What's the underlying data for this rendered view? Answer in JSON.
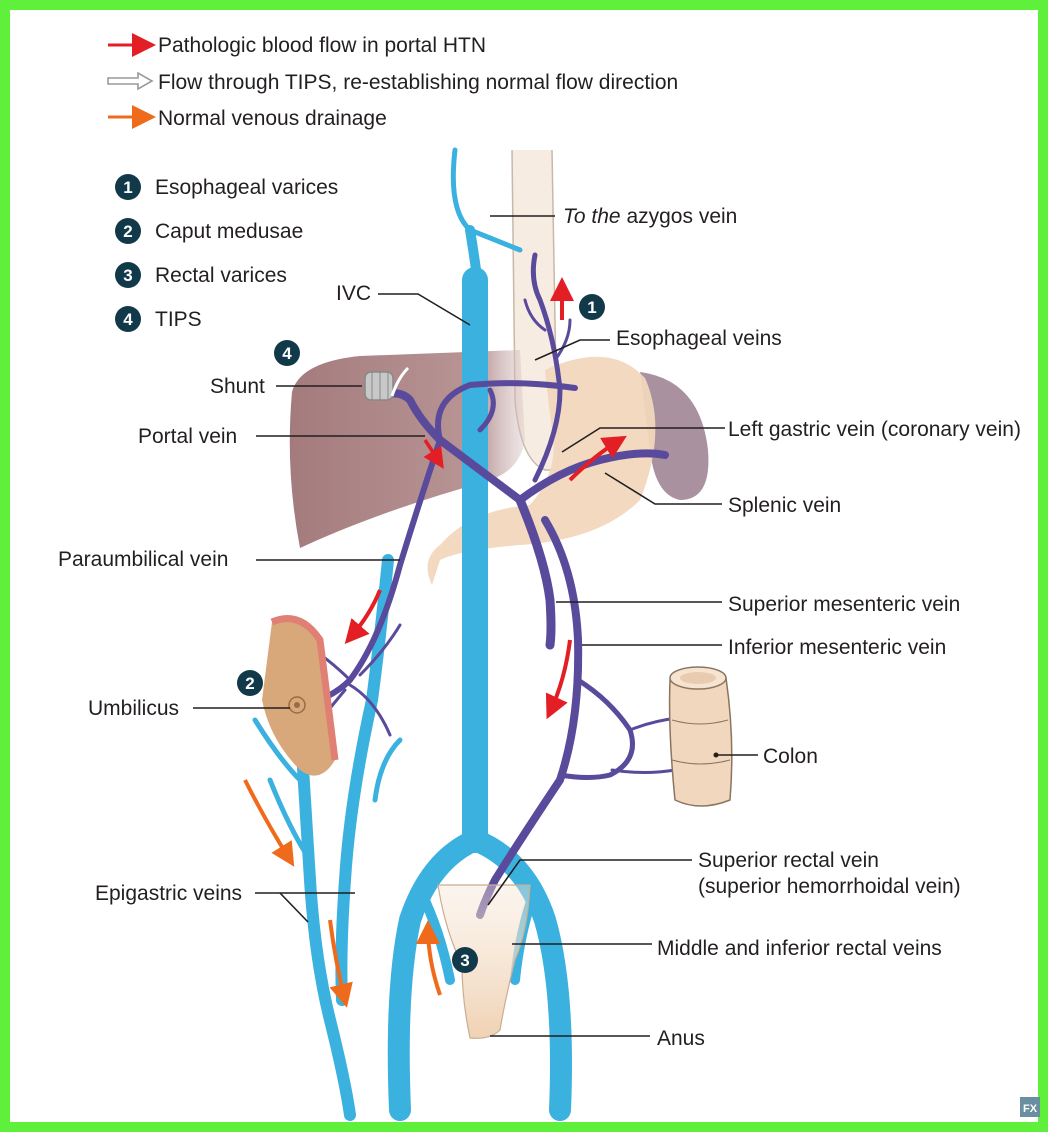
{
  "legend": {
    "arrows": [
      {
        "text": "Pathologic blood flow in portal HTN",
        "color": "#e31e24"
      },
      {
        "text": "Flow through TIPS, re-establishing normal flow direction",
        "color": "#9a9a9a"
      },
      {
        "text": "Normal venous drainage",
        "color": "#f06a1c"
      }
    ],
    "numbered": [
      {
        "num": "1",
        "text": "Esophageal varices"
      },
      {
        "num": "2",
        "text": "Caput medusae"
      },
      {
        "num": "3",
        "text": "Rectal varices"
      },
      {
        "num": "4",
        "text": "TIPS"
      }
    ]
  },
  "labels": {
    "azygos_italic": "To the",
    "azygos_rest": " azygos vein",
    "ivc": "IVC",
    "esophageal_veins": "Esophageal veins",
    "shunt": "Shunt",
    "portal_vein": "Portal vein",
    "left_gastric": "Left gastric vein (coronary vein)",
    "splenic": "Splenic vein",
    "paraumbilical": "Paraumbilical vein",
    "superior_mesenteric": "Superior mesenteric vein",
    "inferior_mesenteric": "Inferior mesenteric vein",
    "umbilicus": "Umbilicus",
    "colon": "Colon",
    "epigastric": "Epigastric veins",
    "superior_rectal_1": "Superior rectal vein",
    "superior_rectal_2": "(superior hemorrhoidal vein)",
    "middle_inferior_rectal": "Middle and inferior rectal veins",
    "anus": "Anus"
  },
  "badges": {
    "b1": "1",
    "b2": "2",
    "b3": "3",
    "b4": "4"
  },
  "colors": {
    "frame": "#5ef03a",
    "systemic_vein": "#3bb1e0",
    "portal_vein": "#5a4a9c",
    "liver": "#a88081",
    "stomach": "#f1d7bd",
    "spleen": "#a9919f",
    "badge": "#12394a"
  },
  "logo": "FX"
}
